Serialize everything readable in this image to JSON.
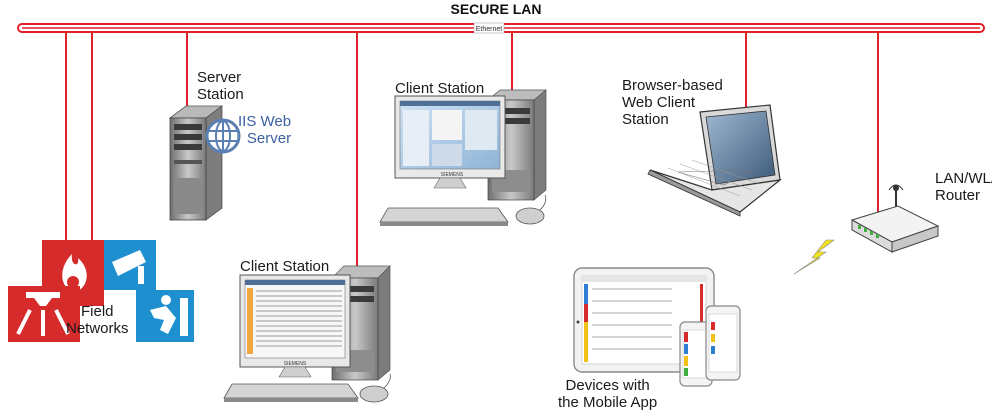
{
  "network": {
    "title": "SECURE LAN",
    "bus_label": "Ethernet"
  },
  "nodes": {
    "server_station": "Server\nStation",
    "iis_web_server": "IIS Web\nServer",
    "client_station_top": "Client Station",
    "client_station_bottom": "Client Station",
    "web_client_station": "Browser-based\nWeb Client\nStation",
    "router": "LAN/WLAN\nRouter",
    "field_networks": "Field\nNetworks",
    "mobile_devices": "Devices with\nthe Mobile App"
  },
  "screen_brand": "SIEMENS",
  "colors": {
    "bus": "#e0202a",
    "fire": "#d62b2b",
    "security": "#1e8fcf",
    "iis_text": "#3b5fa0"
  }
}
